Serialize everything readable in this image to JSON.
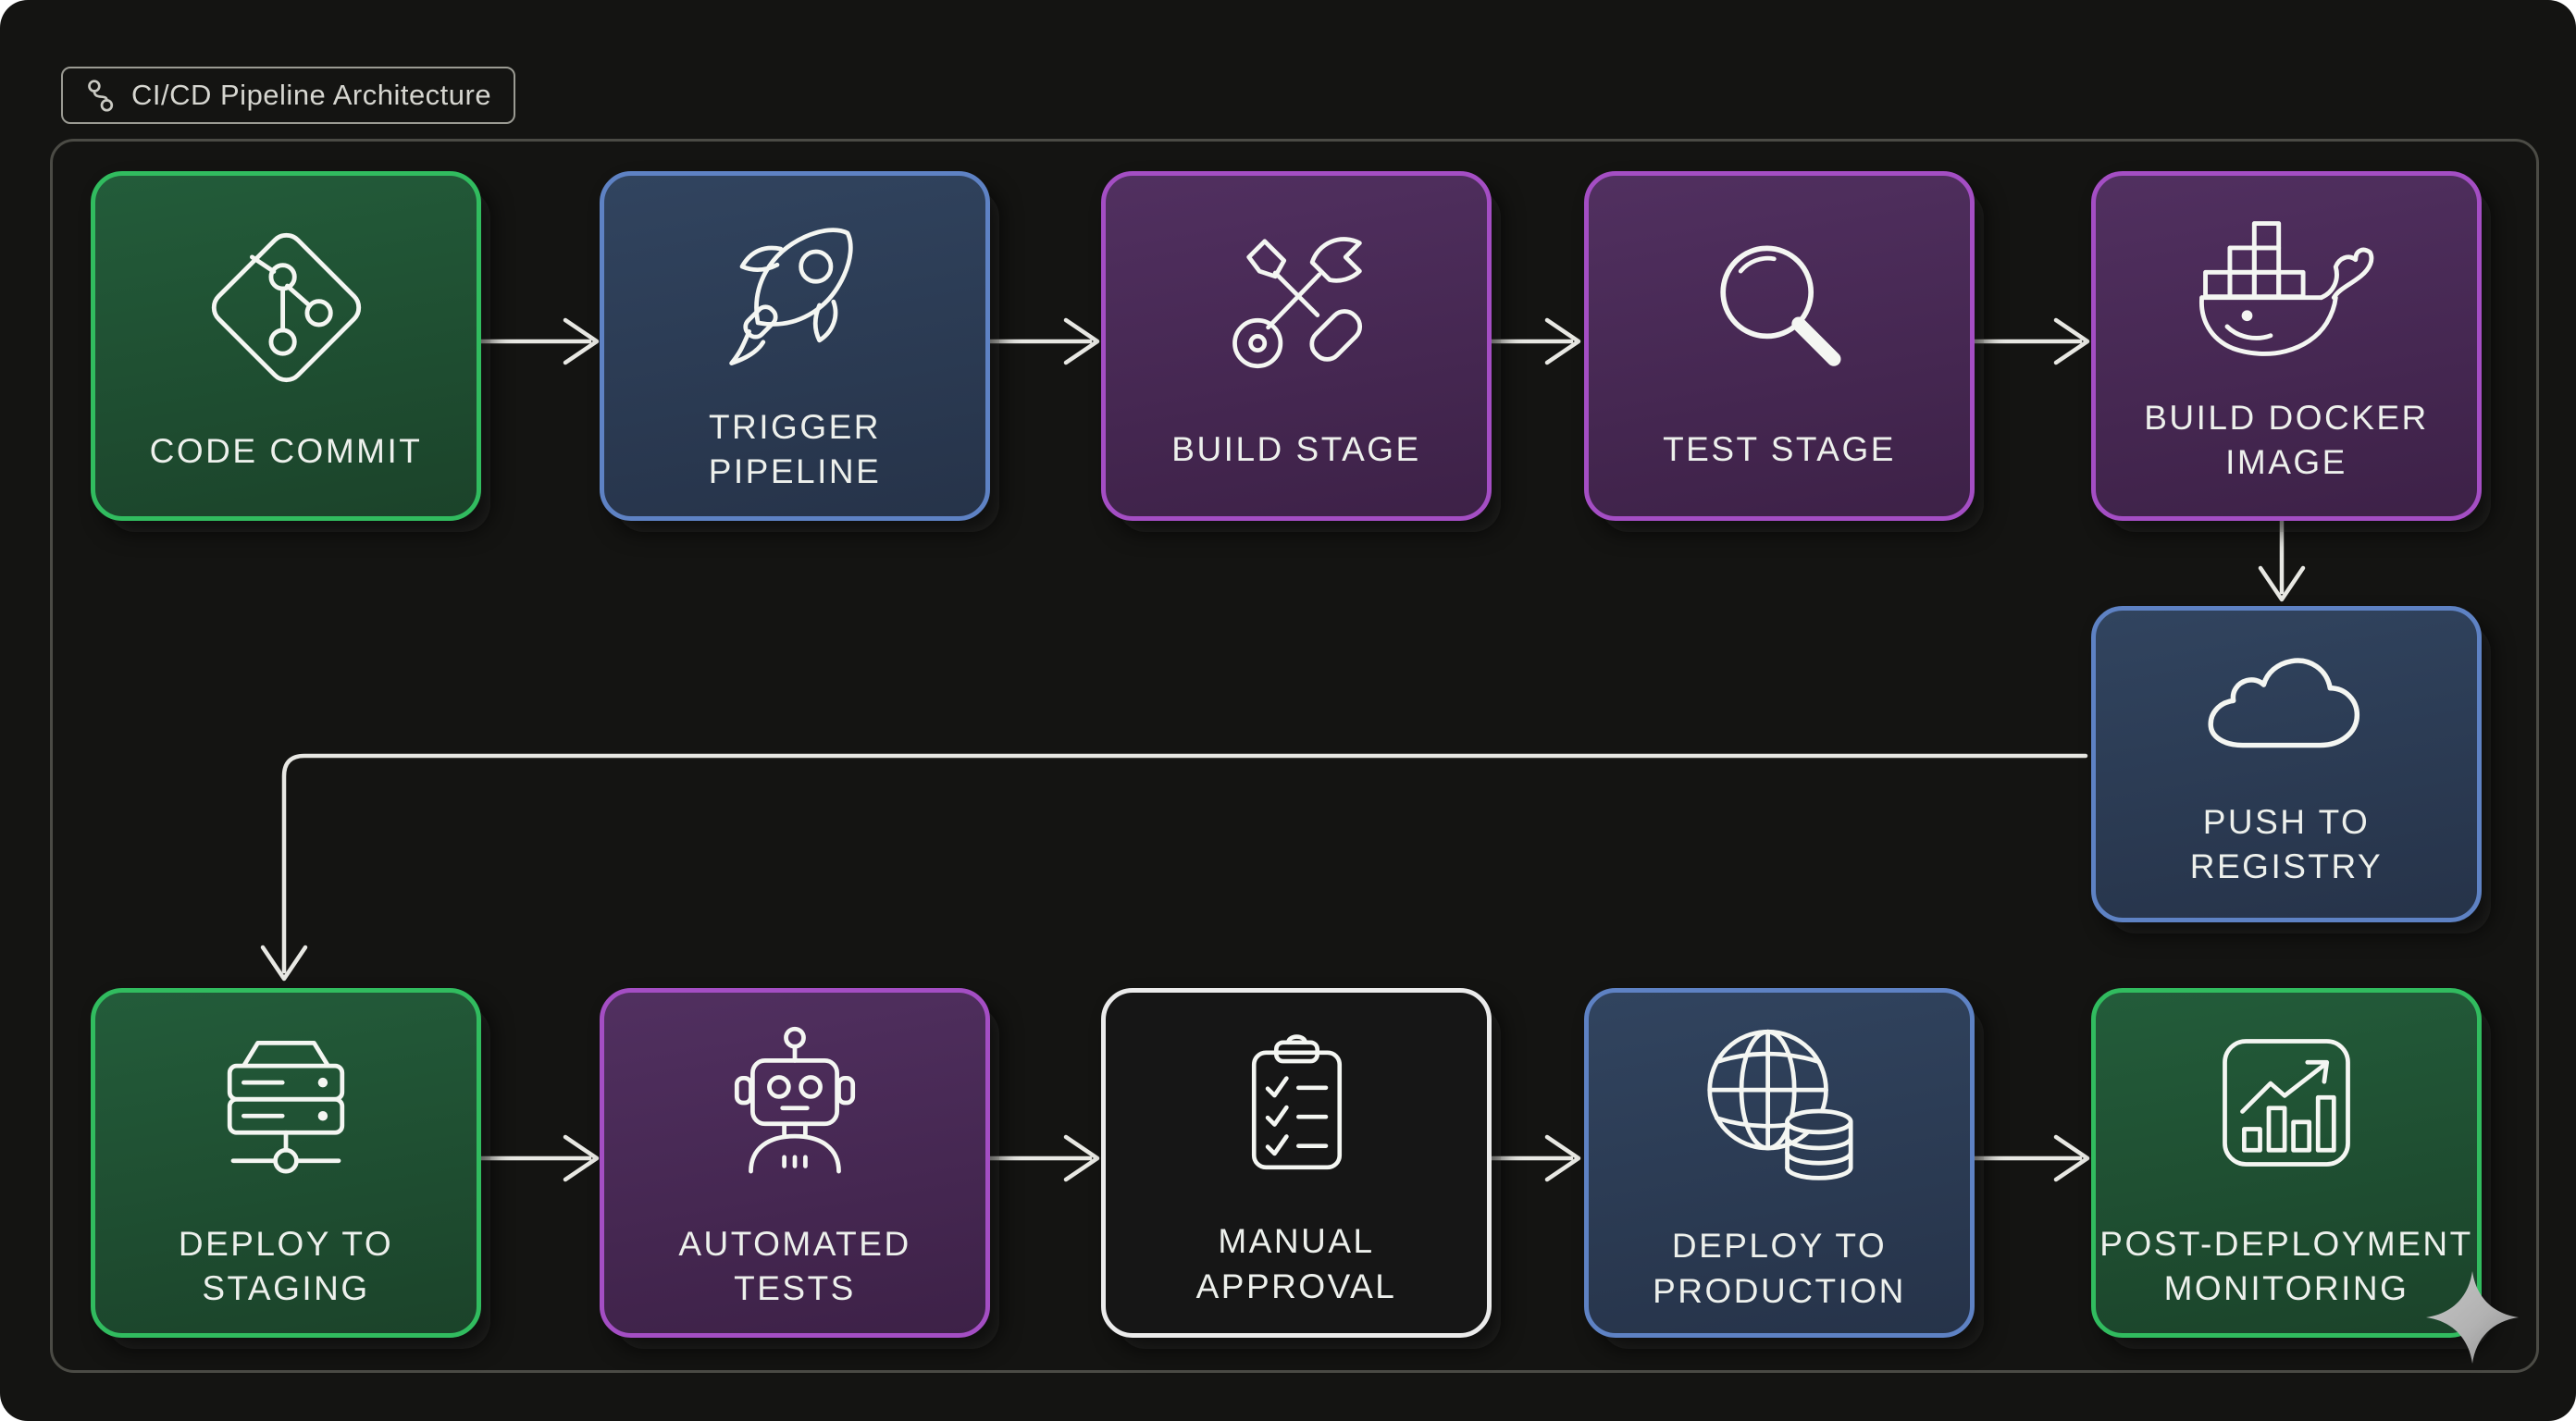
{
  "title": {
    "label": "CI/CD Pipeline Architecture",
    "icon": "git-branch-icon"
  },
  "nodes": [
    {
      "id": "code-commit",
      "label": "CODE COMMIT",
      "color": "green",
      "icon": "git-commit-icon"
    },
    {
      "id": "trigger-pipeline",
      "label": "TRIGGER\nPIPELINE",
      "color": "blue",
      "icon": "rocket-icon"
    },
    {
      "id": "build-stage",
      "label": "BUILD STAGE",
      "color": "purple",
      "icon": "tools-icon"
    },
    {
      "id": "test-stage",
      "label": "TEST STAGE",
      "color": "purple",
      "icon": "magnifier-icon"
    },
    {
      "id": "build-docker-image",
      "label": "BUILD DOCKER\nIMAGE",
      "color": "purple",
      "icon": "docker-whale-icon"
    },
    {
      "id": "push-to-registry",
      "label": "PUSH TO\nREGISTRY",
      "color": "blue",
      "icon": "cloud-icon"
    },
    {
      "id": "deploy-to-staging",
      "label": "DEPLOY TO\nSTAGING",
      "color": "green",
      "icon": "server-stack-icon"
    },
    {
      "id": "automated-tests",
      "label": "AUTOMATED\nTESTS",
      "color": "purple",
      "icon": "robot-icon"
    },
    {
      "id": "manual-approval",
      "label": "MANUAL\nAPPROVAL",
      "color": "white",
      "icon": "clipboard-checklist-icon"
    },
    {
      "id": "deploy-to-production",
      "label": "DEPLOY TO\nPRODUCTION",
      "color": "blue",
      "icon": "globe-database-icon"
    },
    {
      "id": "post-deployment-monitoring",
      "label": "POST-DEPLOYMENT\nMONITORING",
      "color": "green",
      "icon": "bar-chart-growth-icon"
    }
  ],
  "connectors": [
    {
      "from": "code-commit",
      "to": "trigger-pipeline",
      "direction": "right"
    },
    {
      "from": "trigger-pipeline",
      "to": "build-stage",
      "direction": "right"
    },
    {
      "from": "build-stage",
      "to": "test-stage",
      "direction": "right"
    },
    {
      "from": "test-stage",
      "to": "build-docker-image",
      "direction": "right"
    },
    {
      "from": "build-docker-image",
      "to": "push-to-registry",
      "direction": "down"
    },
    {
      "from": "push-to-registry",
      "to": "deploy-to-staging",
      "direction": "left-then-down"
    },
    {
      "from": "deploy-to-staging",
      "to": "automated-tests",
      "direction": "right"
    },
    {
      "from": "automated-tests",
      "to": "manual-approval",
      "direction": "right"
    },
    {
      "from": "manual-approval",
      "to": "deploy-to-production",
      "direction": "right"
    },
    {
      "from": "deploy-to-production",
      "to": "post-deployment-monitoring",
      "direction": "right"
    }
  ],
  "colors": {
    "background": "#141412",
    "canvas_border": "#4b4b45",
    "green": "#31bc5f",
    "green_fill": "#1d4a2c",
    "blue": "#5e82c4",
    "blue_fill": "#2a3950",
    "purple": "#a44ec4",
    "purple_fill": "#462650",
    "white": "#ebebeb",
    "dark_fill": "#161616",
    "arrow": "#e8e8e3",
    "text": "#edf0ec",
    "title_text": "#d6d6d0",
    "sparkle": "#b0b0b0"
  }
}
